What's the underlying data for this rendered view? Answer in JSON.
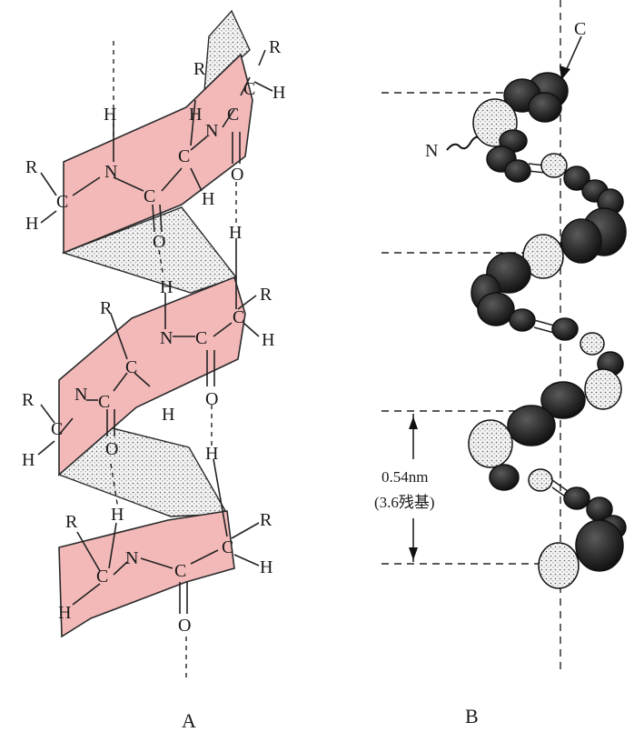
{
  "panel_a": {
    "label": "A",
    "atoms": {
      "r": "R",
      "h": "H",
      "n": "N",
      "c": "C",
      "o": "O"
    }
  },
  "panel_b": {
    "label": "B",
    "c_terminus": "C",
    "n_terminus": "N",
    "pitch_value": "0.54nm",
    "pitch_residues": "(3.6残基)"
  },
  "colors": {
    "ribbon": "#f3b9b9",
    "dark_atom": "#2a2a2a",
    "light_atom": "#f2f2f2"
  }
}
